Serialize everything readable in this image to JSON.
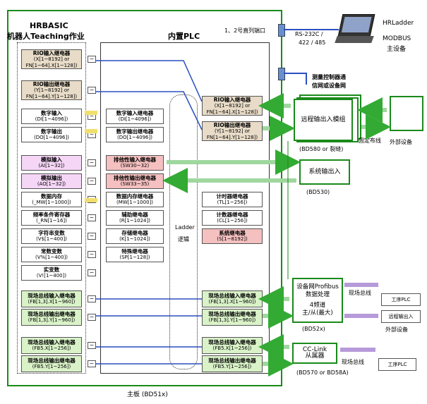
{
  "main_board": {
    "label": "主板 (BD51x)"
  },
  "hrbasic": {
    "title1": "HRBASIC",
    "title2": "机器人Teaching作业"
  },
  "plc": {
    "title": "内置PLC",
    "ladder1": "Ladder",
    "ladder2": "逻辑"
  },
  "port_label": "1、2号直列端口",
  "rs232": {
    "line1": "RS-232C /",
    "line2": "422 / 485"
  },
  "hrladder": {
    "line1": "HRLadder",
    "line2": "MODBUS",
    "line3": "主设备"
  },
  "measure": {
    "line1": "测量控制器通",
    "line2": "信网或设备网"
  },
  "left_boxes": [
    {
      "t": "RIO输入继电器",
      "a": "(X[1~8192] or",
      "b": "FN[1~64].X[1~128])"
    },
    {
      "t": "RIO输出继电器",
      "a": "(Y[1~8192] or",
      "b": "FN[1~64].Y[1~128])"
    },
    {
      "t": "数字输入",
      "a": "(DI[1~4096])",
      "b": ""
    },
    {
      "t": "数字输出",
      "a": "(DO[1~4096])",
      "b": ""
    },
    {
      "t": "模拟输入",
      "a": "(AI[1~32])",
      "b": ""
    },
    {
      "t": "模拟输出",
      "a": "(AO[1~32])",
      "b": ""
    },
    {
      "t": "数据内存",
      "a": "(_MW[1~1000])",
      "b": ""
    },
    {
      "t": "频率条件寄存器",
      "a": "(_RN[1~16])",
      "b": ""
    },
    {
      "t": "字符串变数",
      "a": "(V$[1~400])",
      "b": ""
    },
    {
      "t": "常数变数",
      "a": "(V%[1~400])",
      "b": ""
    },
    {
      "t": "实变数",
      "a": "(V![1~400])",
      "b": ""
    },
    {
      "t": "现场总线输入继电器",
      "a": "(FB[1,3].X[1~960])",
      "b": ""
    },
    {
      "t": "现场总线输出继电器",
      "a": "(FB[1,3].Y[1~960])",
      "b": ""
    },
    {
      "t": "现场总线输入继电器",
      "a": "(FB5.X[1~256])",
      "b": ""
    },
    {
      "t": "现场总线输出继电器",
      "a": "(FB5.Y[1~256])",
      "b": ""
    }
  ],
  "plc_left_boxes": [
    {
      "t": "数字输入继电器",
      "a": "(DI[1~4096])"
    },
    {
      "t": "数字输出继电器",
      "a": "(DO[1~4096])"
    },
    {
      "t": "排他性输入继电器",
      "a": "(SW30~32)"
    },
    {
      "t": "排他性输出继电器",
      "a": "(SW33~35)"
    },
    {
      "t": "数据内存继电器",
      "a": "(MW[1~1000])"
    },
    {
      "t": "辅助继电器",
      "a": "(R[1~1024])"
    },
    {
      "t": "存储继电器",
      "a": "(K[1~1024])"
    },
    {
      "t": "特殊继电器",
      "a": "(SP[1~128])"
    }
  ],
  "plc_right_boxes": [
    {
      "t": "RIO输入继电器",
      "a": "(X[1~8192] or",
      "b": "FN[1~64].X[1~128])"
    },
    {
      "t": "RIO输出继电器",
      "a": "(Y[1~8192] or",
      "b": "FN[1~64].Y[1~128])"
    },
    {
      "t": "计时器继电器",
      "a": "(TL[1~256])",
      "b": ""
    },
    {
      "t": "计数器继电器",
      "a": "(CL[1~256])",
      "b": ""
    },
    {
      "t": "系统继电器",
      "a": "(S[1~8192])",
      "b": ""
    },
    {
      "t": "现场总线输入继电器",
      "a": "(FB[1,3].X[1~960])",
      "b": ""
    },
    {
      "t": "现场总线输出继电器",
      "a": "(FB[1,3].Y[1~960])",
      "b": ""
    },
    {
      "t": "现场总线输入继电器",
      "a": "(FB5.X[1~256])",
      "b": ""
    },
    {
      "t": "现场总线输出继电器",
      "a": "(FB5.Y[1~256])",
      "b": ""
    }
  ],
  "remote_io": {
    "title": "远程输出入模组",
    "sub": "(BD580 or 裂缝)"
  },
  "fixed_wiring": "固定布线",
  "ext_device": "外部设备",
  "sys_io": {
    "title": "系统输出入",
    "sub": "(BD530)"
  },
  "profibus": {
    "l1": "设备网Profibus",
    "l2": "数据处理",
    "l3": "4频道",
    "l4": "主/从(最大)",
    "sub": "(BD52x)"
  },
  "field_bus": "现场总线",
  "plc_out": "工序PLC",
  "remote_in": "远程输出入",
  "ext_device2": "外部设备",
  "cclink": {
    "l1": "CC-Link",
    "l2": "从属器",
    "sub": "(BD570 or BD58A)"
  },
  "field_bus2": "现场总线",
  "plc_out2": "工序PLC"
}
